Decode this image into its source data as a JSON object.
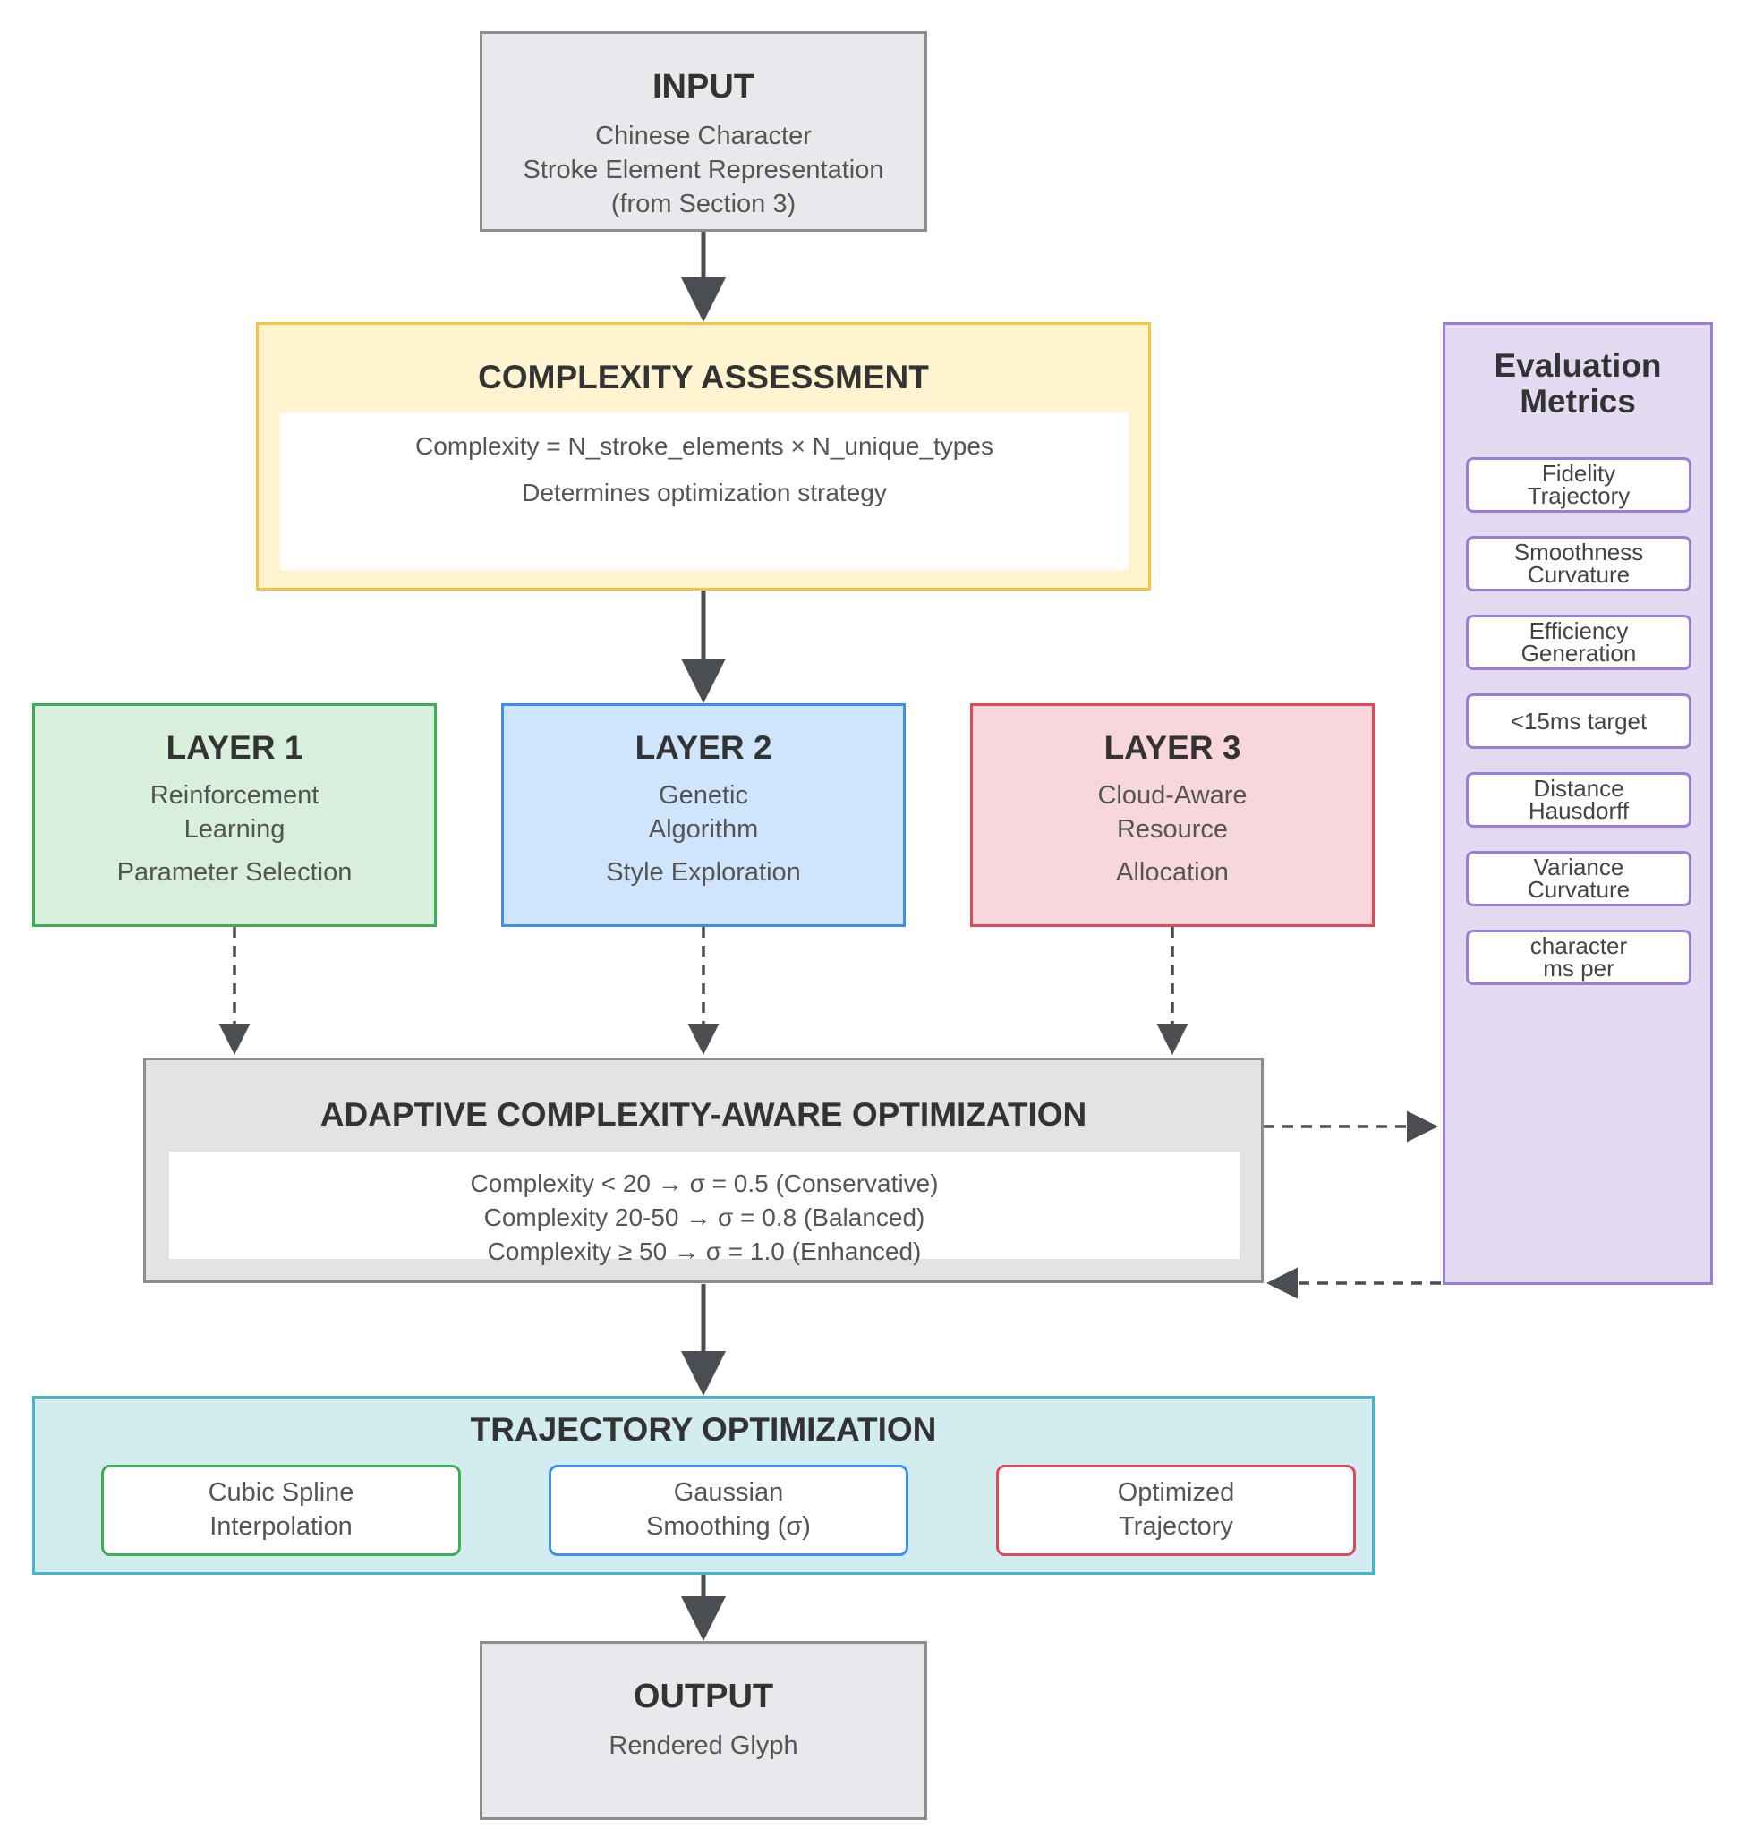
{
  "input": {
    "title": "INPUT",
    "lines": [
      "Chinese Character",
      "Stroke Element Representation",
      "(from Section 3)"
    ]
  },
  "complexity": {
    "title": "COMPLEXITY ASSESSMENT",
    "formula": "Complexity = N_stroke_elements × N_unique_types",
    "note": "Determines optimization strategy"
  },
  "layers": [
    {
      "title": "LAYER 1",
      "line1": "Reinforcement",
      "line2": "Learning",
      "line3": "Parameter Selection"
    },
    {
      "title": "LAYER 2",
      "line1": "Genetic",
      "line2": "Algorithm",
      "line3": "Style Exploration"
    },
    {
      "title": "LAYER 3",
      "line1": "Cloud-Aware",
      "line2": "Resource",
      "line3": "Allocation"
    }
  ],
  "adaptive": {
    "title": "ADAPTIVE COMPLEXITY-AWARE OPTIMIZATION",
    "rules": [
      "Complexity < 20 → σ = 0.5 (Conservative)",
      "Complexity 20-50 → σ = 0.8 (Balanced)",
      "Complexity ≥ 50 → σ = 1.0 (Enhanced)"
    ]
  },
  "trajectory": {
    "title": "TRAJECTORY OPTIMIZATION",
    "steps": [
      {
        "line1": "Cubic Spline",
        "line2": "Interpolation"
      },
      {
        "line1": "Gaussian",
        "line2": "Smoothing (σ)"
      },
      {
        "line1": "Optimized",
        "line2": "Trajectory"
      }
    ]
  },
  "output": {
    "title": "OUTPUT",
    "line1": "Rendered Glyph"
  },
  "metrics": {
    "title_line1": "Evaluation",
    "title_line2": "Metrics",
    "items": [
      {
        "line1": "Fidelity",
        "line2": "Trajectory"
      },
      {
        "line1": "Smoothness",
        "line2": "Curvature"
      },
      {
        "line1": "Efficiency",
        "line2": "Generation"
      },
      {
        "line1": "<15ms target",
        "line2": ""
      },
      {
        "line1": "Distance",
        "line2": "Hausdorff"
      },
      {
        "line1": "Variance",
        "line2": "Curvature"
      },
      {
        "line1": "character",
        "line2": "ms per"
      }
    ]
  },
  "colors": {
    "arrow": "#4a4d52",
    "yellow_border": "#f4c542",
    "green_border": "#3cae55",
    "blue_border": "#3f8ef0",
    "red_border": "#dd4a5a",
    "teal_border": "#49b5c8",
    "purple_border": "#9b7fd4"
  }
}
